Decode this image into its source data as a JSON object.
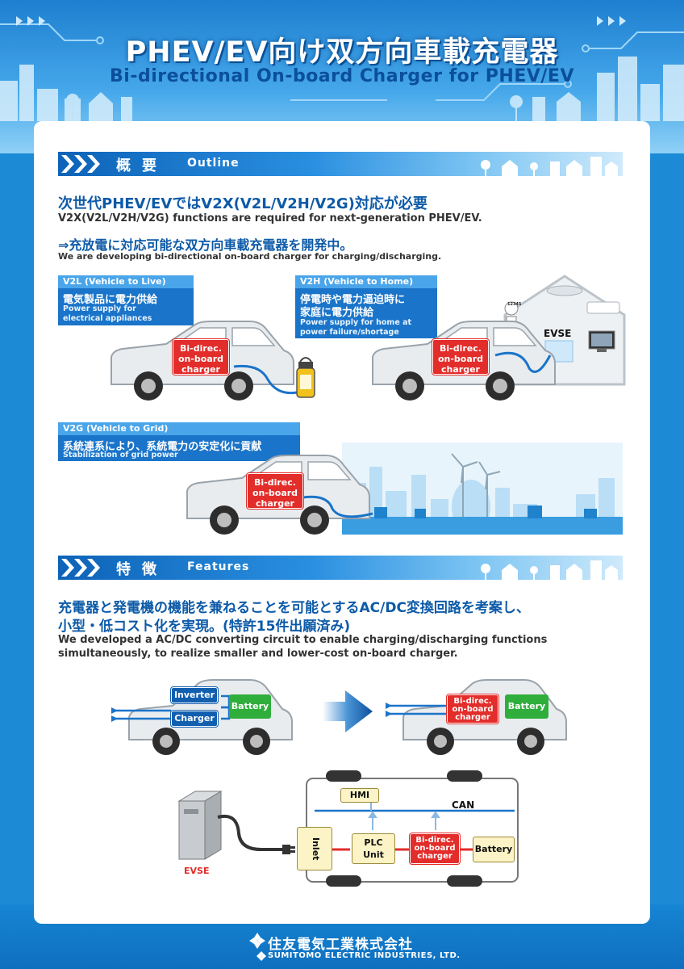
{
  "header": {
    "title_jp": "PHEV/EV向け双方向車載充電器",
    "title_en": "Bi-directional On-board Charger for PHEV/EV"
  },
  "outline": {
    "heading_jp": "概要",
    "heading_en": "Outline",
    "headline1_jp": "次世代PHEV/EVではV2X(V2L/V2H/V2G)対応が必要",
    "headline1_en": "V2X(V2L/V2H/V2G) functions are required for next-generation PHEV/EV.",
    "headline2_jp": "⇒充放電に対応可能な双方向車載充電器を開発中。",
    "headline2_en": "We are developing bi-directional on-board charger for charging/discharging.",
    "v2l": {
      "code": "V2L (Vehicle to Live)",
      "jp": "電気製品に電力供給",
      "en1": "Power supply for",
      "en2": "electrical appliances",
      "charger": [
        "Bi-direc.",
        "on-board",
        "charger"
      ]
    },
    "v2h": {
      "code": "V2H (Vehicle to Home)",
      "jp1": "停電時や電力逼迫時に",
      "jp2": "家庭に電力供給",
      "en1": "Power supply for home at",
      "en2": "power failure/shortage",
      "charger": [
        "Bi-direc.",
        "on-board",
        "charger"
      ],
      "evse": "EVSE",
      "meter": "12345"
    },
    "v2g": {
      "code": "V2G (Vehicle to Grid)",
      "jp": "系統連系により、系統電力の安定化に貢献",
      "en": "Stabilization of grid power",
      "charger": [
        "Bi-direc.",
        "on-board",
        "charger"
      ]
    }
  },
  "features": {
    "heading_jp": "特徴",
    "heading_en": "Features",
    "headline_jp1": "充電器と発電機の機能を兼ねることを可能とするAC/DC変換回路を考案し、",
    "headline_jp2": "小型・低コスト化を実現。(特許15件出願済み)",
    "headline_en1": "We developed a AC/DC converting circuit to enable charging/discharging functions",
    "headline_en2": "simultaneously, to realize smaller and lower-cost on-board charger.",
    "before": {
      "inverter": "Inverter",
      "charger": "Charger",
      "battery": "Battery"
    },
    "after": {
      "charger": [
        "Bi-direc.",
        "on-board",
        "charger"
      ],
      "battery": "Battery"
    },
    "system": {
      "hmi": "HMI",
      "can": "CAN",
      "inlet": "Inlet",
      "plc": [
        "PLC",
        "Unit"
      ],
      "charger": [
        "Bi-direc.",
        "on-board",
        "charger"
      ],
      "battery": "Battery",
      "evse": "EVSE"
    }
  },
  "footer": {
    "company_jp": "住友電気工業株式会社",
    "company_en": "SUMITOMO ELECTRIC INDUSTRIES, LTD."
  },
  "colors": {
    "primary_blue": "#1a74c9",
    "accent_red": "#e22d2a",
    "accent_green": "#2fae3c",
    "evse_red": "#e22d2a"
  }
}
